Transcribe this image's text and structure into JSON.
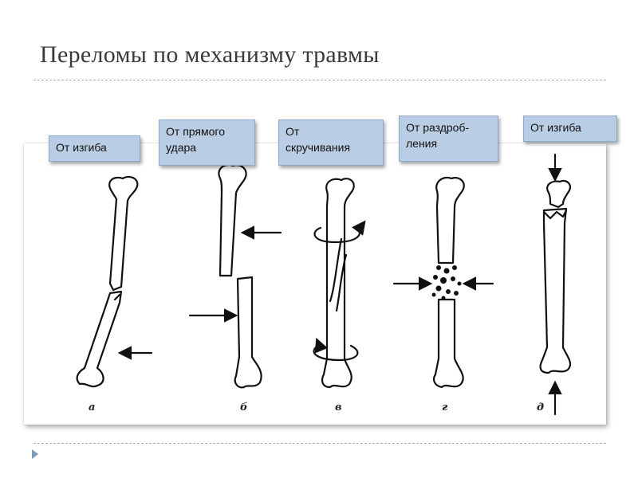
{
  "slide": {
    "title": "Переломы по механизму травмы"
  },
  "callouts": [
    {
      "label": "От изгиба"
    },
    {
      "label": "От прямого\nудара"
    },
    {
      "label": "От\nскручивания"
    },
    {
      "label": "От раздроб-\nления"
    },
    {
      "label": "От изгиба"
    }
  ],
  "figure_letters": [
    "а",
    "б",
    "в",
    "г",
    "д"
  ],
  "colors": {
    "callout_fill": "#b9cde4",
    "callout_border": "#8eaacb",
    "title_text": "#3a3a3a",
    "bullet": "#7f9db9"
  }
}
